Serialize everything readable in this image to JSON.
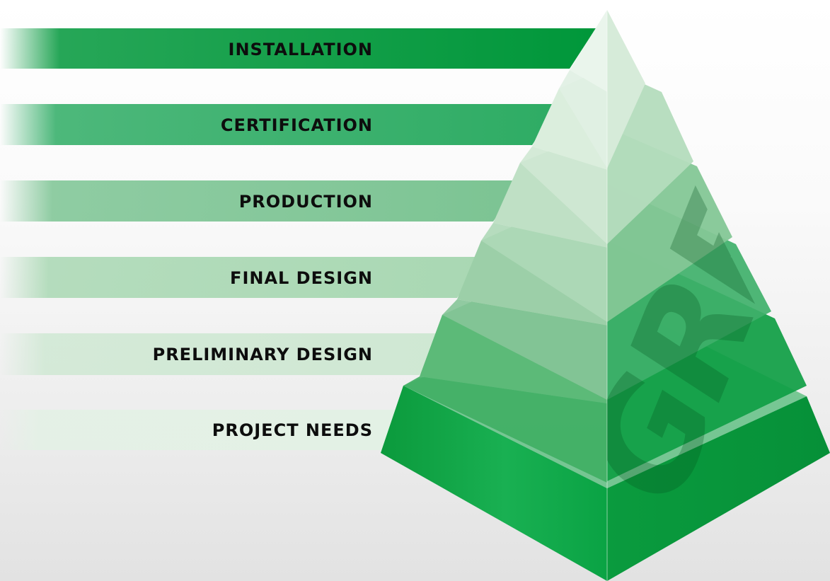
{
  "diagram": {
    "levels": [
      {
        "label": "INSTALLATION",
        "color": "#00973a"
      },
      {
        "label": "CERTIFICATION",
        "color": "#2eac64"
      },
      {
        "label": "PRODUCTION",
        "color": "#7cc493"
      },
      {
        "label": "FINAL DESIGN",
        "color": "#a9d8b3"
      },
      {
        "label": "PRELIMINARY DESIGN",
        "color": "#cfe8d3"
      },
      {
        "label": "PROJECT NEEDS",
        "color": "#e3f1e5"
      }
    ],
    "watermark": "GRES",
    "colors": {
      "pyramid_base": "#0aa03c",
      "pyramid_dark": "#067a2c",
      "pyramid_light": "#e6f3e8",
      "background": "#f0f0f0"
    }
  }
}
